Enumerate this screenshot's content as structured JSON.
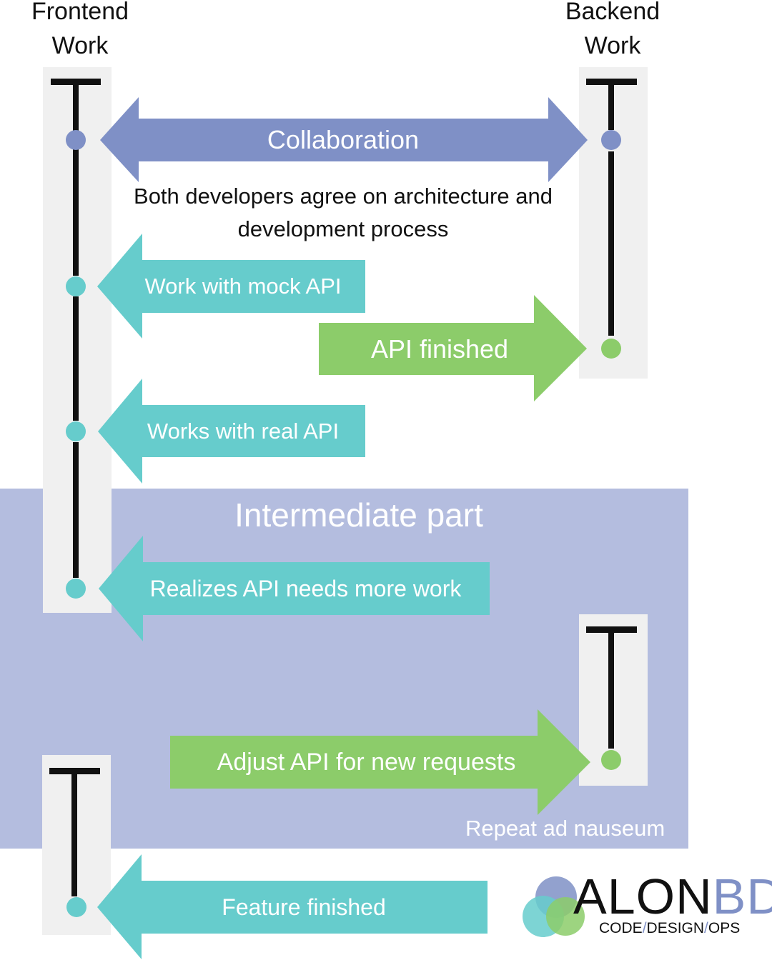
{
  "headers": {
    "frontend": "Frontend\nWork",
    "backend": "Backend\nWork"
  },
  "arrows": {
    "collaboration": "Collaboration",
    "mock_api": "Work with mock API",
    "api_finished": "API finished",
    "real_api": "Works with real API",
    "needs_more_work": "Realizes API needs more work",
    "adjust_api": "Adjust API for new requests",
    "feature_finished": "Feature finished"
  },
  "note": "Both developers agree on architecture and development process",
  "intermediate": {
    "title": "Intermediate part",
    "repeat": "Repeat ad nauseum"
  },
  "logo": {
    "text_a": "ALON",
    "text_b": "BD",
    "tagline": [
      "CODE",
      "DESIGN",
      "OPS"
    ]
  },
  "colors": {
    "collaboration": "#7f90c6",
    "teal": "#66cccc",
    "green": "#8ccc6a",
    "lane": "#f0f0f0",
    "intermediate_bg": "#b4bddf"
  }
}
